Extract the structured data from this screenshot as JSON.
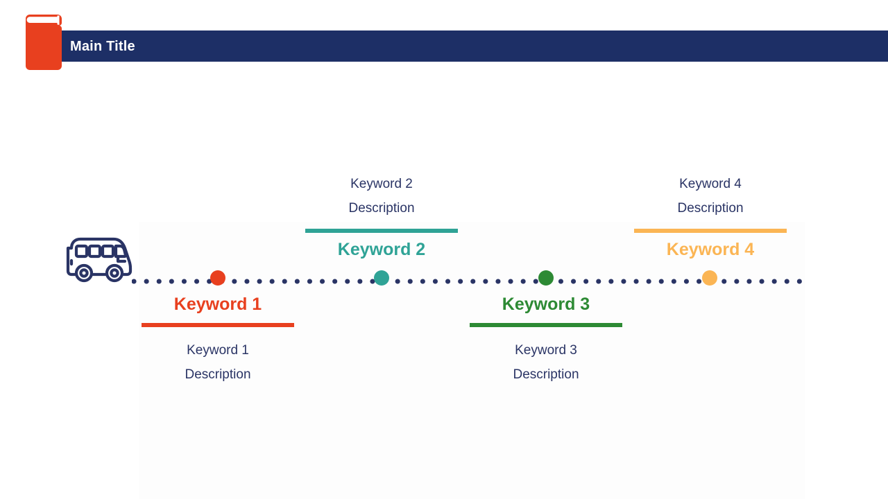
{
  "slide": {
    "background_color": "#ffffff",
    "header": {
      "title": "Main Title",
      "bar_color": "#1d2f66",
      "title_color": "#ffffff",
      "icon": "book-icon",
      "icon_color": "#e8401f"
    },
    "timeline": {
      "icon": "bus-icon",
      "icon_color": "#2a3465",
      "line_style": "dotted",
      "line_color": "#2a3465"
    },
    "items": [
      {
        "keyword": "Keyword 1",
        "description_line1": "Keyword 1",
        "description_line2": "Description",
        "color": "#e8401f",
        "position": "below"
      },
      {
        "keyword": "Keyword 2",
        "description_line1": "Keyword 2",
        "description_line2": "Description",
        "color": "#2fa396",
        "position": "above"
      },
      {
        "keyword": "Keyword 3",
        "description_line1": "Keyword 3",
        "description_line2": "Description",
        "color": "#2d8a34",
        "position": "below"
      },
      {
        "keyword": "Keyword 4",
        "description_line1": "Keyword 4",
        "description_line2": "Description",
        "color": "#fbb554",
        "position": "above"
      }
    ]
  }
}
